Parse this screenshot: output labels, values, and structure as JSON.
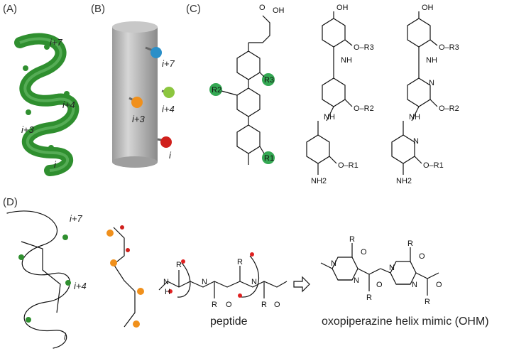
{
  "panels": {
    "a": {
      "label": "(A)",
      "positions": [
        "i+7",
        "i+4",
        "i+3",
        "i"
      ]
    },
    "b": {
      "label": "(B)",
      "positions": [
        "i+7",
        "i+4",
        "i+3",
        "i"
      ]
    },
    "c": {
      "label": "(C)",
      "struct1": {
        "acid": "OH",
        "o": "O",
        "r3": "R3",
        "r2": "R2",
        "r1": "R1"
      },
      "struct2": {
        "oh": "OH",
        "o": "O",
        "nh": "NH",
        "r3": "O–R3",
        "r2": "O–R2",
        "r1": "O–R1",
        "nh2": "NH2"
      },
      "struct3": {
        "oh": "OH",
        "o": "O",
        "nh": "NH",
        "n": "N",
        "r3": "O–R3",
        "r2": "O–R2",
        "r1": "O–R1",
        "nh2": "NH2"
      }
    },
    "d": {
      "label": "(D)",
      "positions": [
        "i+7",
        "i+4",
        "i"
      ],
      "peptide_caption": "peptide",
      "ohm_caption": "oxopiperazine helix mimic (OHM)",
      "r": "R",
      "n": "N",
      "h": "H",
      "o": "O"
    }
  },
  "colors": {
    "helix": "#2f8f2f",
    "cylinder": "#b8b8b8",
    "blue": "#2a8fc8",
    "green": "#8cc63f",
    "orange": "#f0901c",
    "red": "#d0201c",
    "ring": "#e02020",
    "circle": "#34a853"
  }
}
